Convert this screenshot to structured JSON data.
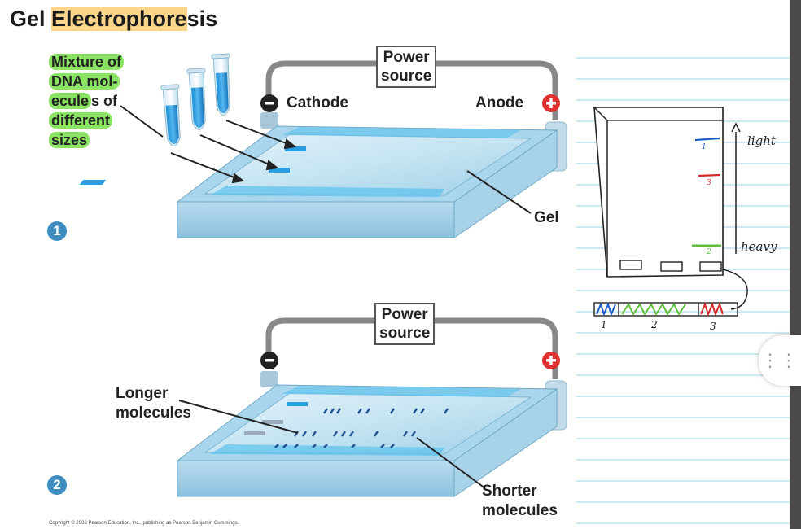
{
  "title": {
    "part1": "Gel ",
    "highlight": "Electrophore",
    "part2": "sis"
  },
  "mixture_label": {
    "line1": "Mixture of",
    "line2": "DNA mol-",
    "line3a": "ecule",
    "line3b": "s of",
    "line4": "different",
    "line5": "sizes"
  },
  "panel1": {
    "step": "1",
    "power_line1": "Power",
    "power_line2": "source",
    "cathode": "Cathode",
    "anode": "Anode",
    "gel": "Gel"
  },
  "panel2": {
    "step": "2",
    "power_line1": "Power",
    "power_line2": "source",
    "longer_line1": "Longer",
    "longer_line2": "molecules",
    "shorter_line1": "Shorter",
    "shorter_line2": "molecules"
  },
  "copyright": "Copyright © 2008 Pearson Education, Inc., publishing as Pearson Benjamin Cummings.",
  "sketch": {
    "light": "light",
    "heavy": "heavy",
    "band_blue": "1",
    "band_red": "3",
    "band_green": "2",
    "lane1": "1",
    "lane2": "2",
    "lane3": "3",
    "colors": {
      "blue": "#1f5fc9",
      "red": "#d62a2a",
      "green": "#5fbf3a"
    }
  },
  "colors": {
    "gel_blue": "#7ec9ea",
    "highlight_title": "#fcd48a",
    "highlight_green": "#76de46",
    "step_blue": "#3f8cc1",
    "anode_red": "#e03030"
  },
  "menu_icon": "more-dots-icon"
}
